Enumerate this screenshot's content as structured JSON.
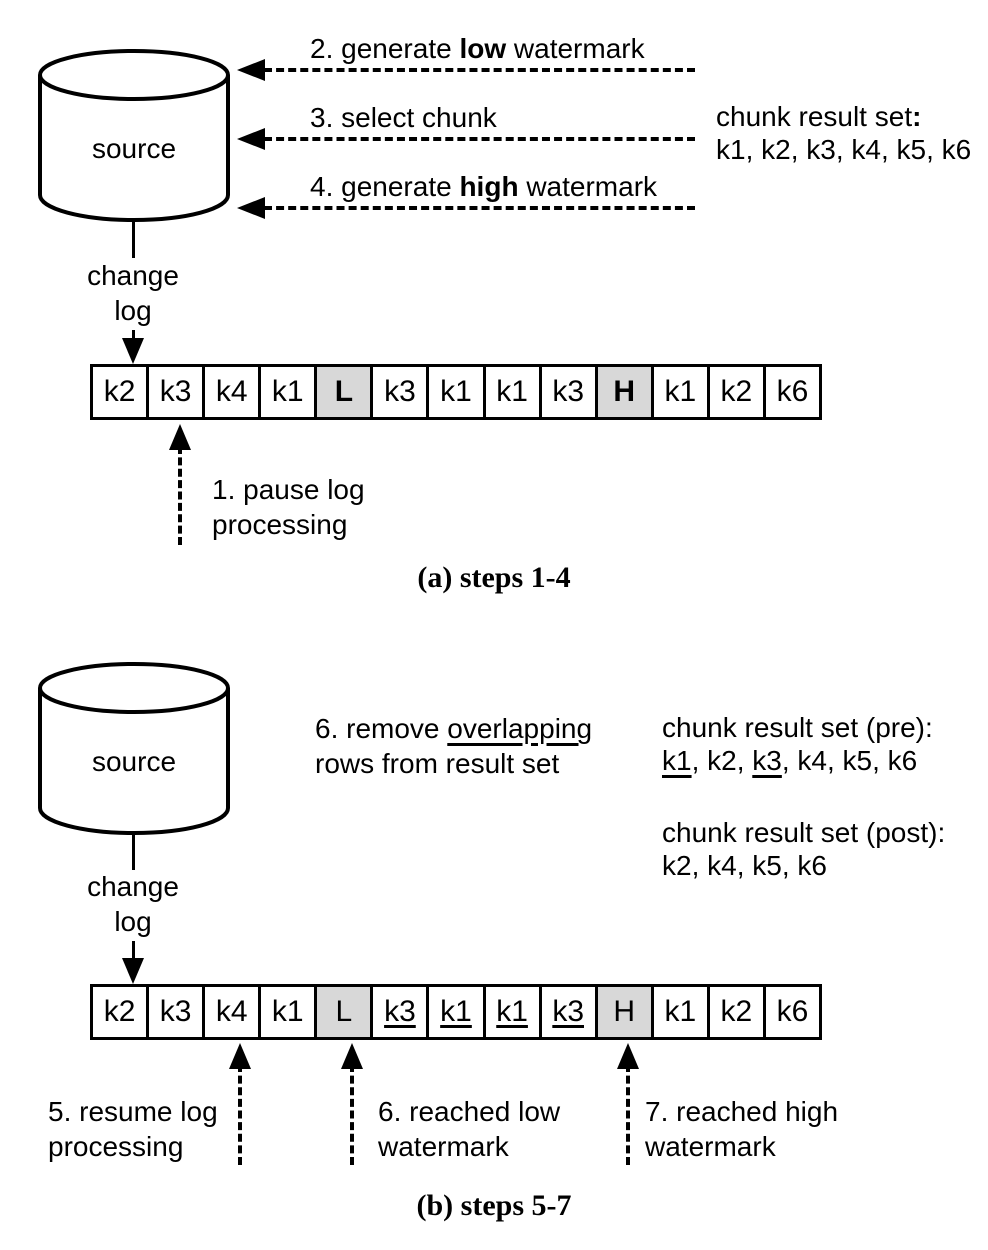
{
  "colors": {
    "ink": "#000000",
    "watermark_cell_fill": "#d8d8d8"
  },
  "diagram_a": {
    "source_label": "source",
    "arrow_labels": [
      [
        {
          "t": "2. generate "
        },
        {
          "t": "low",
          "b": 1
        },
        {
          "t": " watermark"
        }
      ],
      [
        {
          "t": "3. select chunk"
        }
      ],
      [
        {
          "t": "4. generate "
        },
        {
          "t": "high",
          "b": 1
        },
        {
          "t": " watermark"
        }
      ]
    ],
    "chunk_result": {
      "line1": [
        {
          "t": "chunk result set"
        },
        {
          "t": ":",
          "b": 1
        }
      ],
      "line2": [
        {
          "t": "k1, k2, k3, k4, k5, k6"
        }
      ]
    },
    "change_log": {
      "line1": "change",
      "line2": "log"
    },
    "log_cells": [
      {
        "t": "k2"
      },
      {
        "t": "k3"
      },
      {
        "t": "k4"
      },
      {
        "t": "k1"
      },
      {
        "t": "L",
        "shaded": 1,
        "b": 1
      },
      {
        "t": "k3"
      },
      {
        "t": "k1"
      },
      {
        "t": "k1"
      },
      {
        "t": "k3"
      },
      {
        "t": "H",
        "shaded": 1,
        "b": 1
      },
      {
        "t": "k1"
      },
      {
        "t": "k2"
      },
      {
        "t": "k6"
      }
    ],
    "pause_label": {
      "line1": "1. pause log",
      "line2": "processing"
    },
    "caption": "(a) steps 1-4"
  },
  "diagram_b": {
    "source_label": "source",
    "remove_label": {
      "line1": [
        {
          "t": "6. remove "
        },
        {
          "t": "overlapping",
          "u": 1
        }
      ],
      "line2": [
        {
          "t": "rows from result set"
        }
      ]
    },
    "chunk_result_pre": {
      "line1": [
        {
          "t": "chunk result set (pre):"
        }
      ],
      "line2": [
        {
          "t": "k1",
          "u": 1
        },
        {
          "t": ", k2, "
        },
        {
          "t": "k3",
          "u": 1
        },
        {
          "t": ", k4, k5, k6"
        }
      ]
    },
    "chunk_result_post": {
      "line1": [
        {
          "t": "chunk result set (post):"
        }
      ],
      "line2": [
        {
          "t": "k2, k4, k5, k6"
        }
      ]
    },
    "change_log": {
      "line1": "change",
      "line2": "log"
    },
    "log_cells": [
      {
        "t": "k2"
      },
      {
        "t": "k3"
      },
      {
        "t": "k4"
      },
      {
        "t": "k1"
      },
      {
        "t": "L",
        "shaded": 1
      },
      {
        "t": "k3",
        "u": 1
      },
      {
        "t": "k1",
        "u": 1
      },
      {
        "t": "k1",
        "u": 1
      },
      {
        "t": "k3",
        "u": 1
      },
      {
        "t": "H",
        "shaded": 1
      },
      {
        "t": "k1"
      },
      {
        "t": "k2"
      },
      {
        "t": "k6"
      }
    ],
    "resume_label": {
      "line1": "5. resume log",
      "line2": "processing"
    },
    "low_label": {
      "line1": "6. reached low",
      "line2": "watermark"
    },
    "high_label": {
      "line1": "7. reached high",
      "line2": "watermark"
    },
    "caption": "(b) steps 5-7"
  }
}
